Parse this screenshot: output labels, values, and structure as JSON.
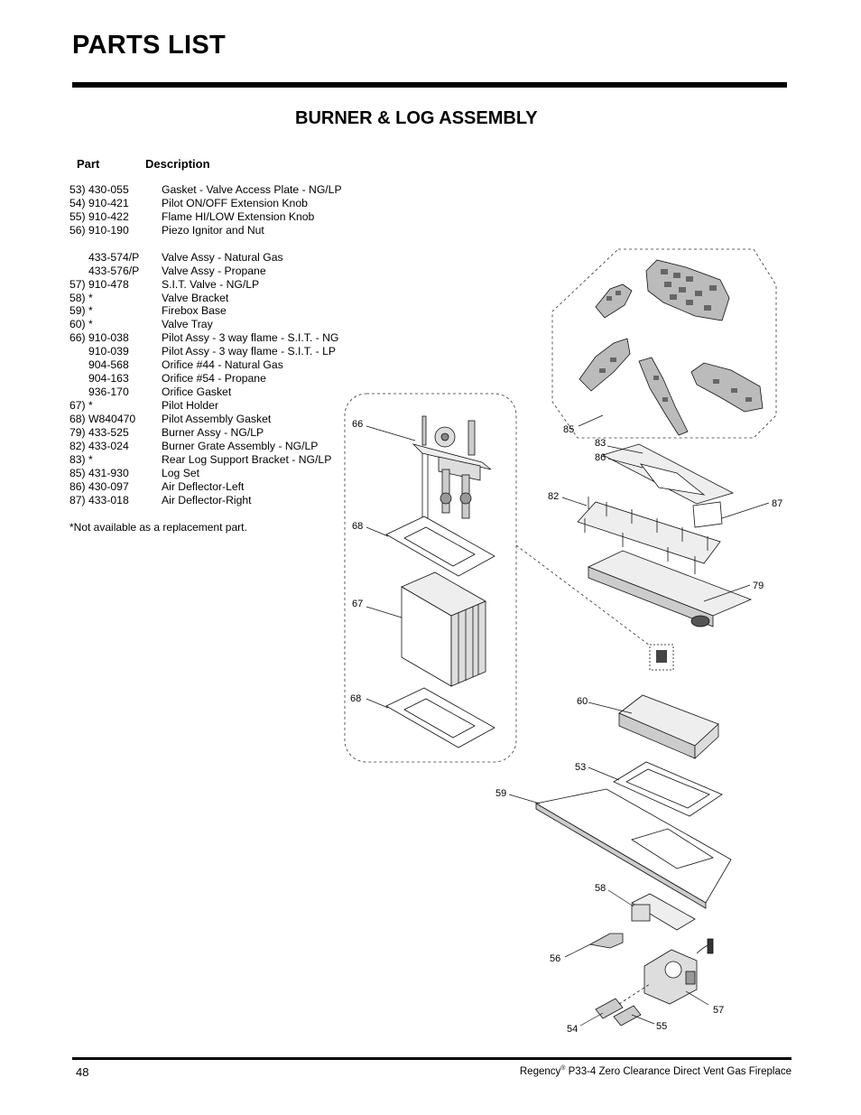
{
  "page": {
    "title": "PARTS LIST",
    "section_title": "BURNER & LOG ASSEMBLY",
    "page_number": "48",
    "footer_brand": "Regency",
    "footer_mark": "®",
    "footer_rest": " P33-4 Zero Clearance Direct Vent Gas Fireplace"
  },
  "table": {
    "col_part": "Part",
    "col_desc": "Description",
    "rows": [
      {
        "num": "53) 430-055",
        "desc": "Gasket - Valve Access Plate - NG/LP"
      },
      {
        "num": "54) 910-421",
        "desc": "Pilot ON/OFF Extension Knob"
      },
      {
        "num": "55) 910-422",
        "desc": "Flame HI/LOW Extension Knob"
      },
      {
        "num": "56) 910-190",
        "desc": "Piezo Ignitor and Nut"
      },
      {
        "num": "433-574/P",
        "desc": "Valve Assy - Natural Gas"
      },
      {
        "num": "433-576/P",
        "desc": "Valve Assy - Propane"
      },
      {
        "num": "57) 910-478",
        "desc": "S.I.T. Valve - NG/LP"
      },
      {
        "num": "58) *",
        "desc": "Valve Bracket"
      },
      {
        "num": "59) *",
        "desc": "Firebox Base"
      },
      {
        "num": "60) *",
        "desc": "Valve Tray"
      },
      {
        "num": "66) 910-038",
        "desc": "Pilot Assy - 3 way flame - S.I.T. - NG"
      },
      {
        "num": "910-039",
        "desc": "Pilot Assy - 3 way flame - S.I.T. - LP"
      },
      {
        "num": "904-568",
        "desc": "Orifice #44 - Natural Gas"
      },
      {
        "num": "904-163",
        "desc": "Orifice #54 - Propane"
      },
      {
        "num": "936-170",
        "desc": "Orifice Gasket"
      },
      {
        "num": "67) *",
        "desc": "Pilot Holder"
      },
      {
        "num": "68) W840470",
        "desc": "Pilot Assembly Gasket"
      },
      {
        "num": "79) 433-525",
        "desc": "Burner Assy - NG/LP"
      },
      {
        "num": "82) 433-024",
        "desc": "Burner Grate Assembly - NG/LP"
      },
      {
        "num": "83) *",
        "desc": "Rear Log Support Bracket - NG/LP"
      },
      {
        "num": "85) 431-930",
        "desc": "Log Set"
      },
      {
        "num": "86) 430-097",
        "desc": "Air Deflector-Left"
      },
      {
        "num": "87) 433-018",
        "desc": "Air Deflector-Right"
      }
    ],
    "footnote": "*Not available as a replacement part."
  },
  "diagram": {
    "callouts": [
      "66",
      "68",
      "67",
      "68",
      "85",
      "83",
      "86",
      "82",
      "87",
      "79",
      "60",
      "53",
      "59",
      "58",
      "56",
      "57",
      "54",
      "55"
    ]
  }
}
